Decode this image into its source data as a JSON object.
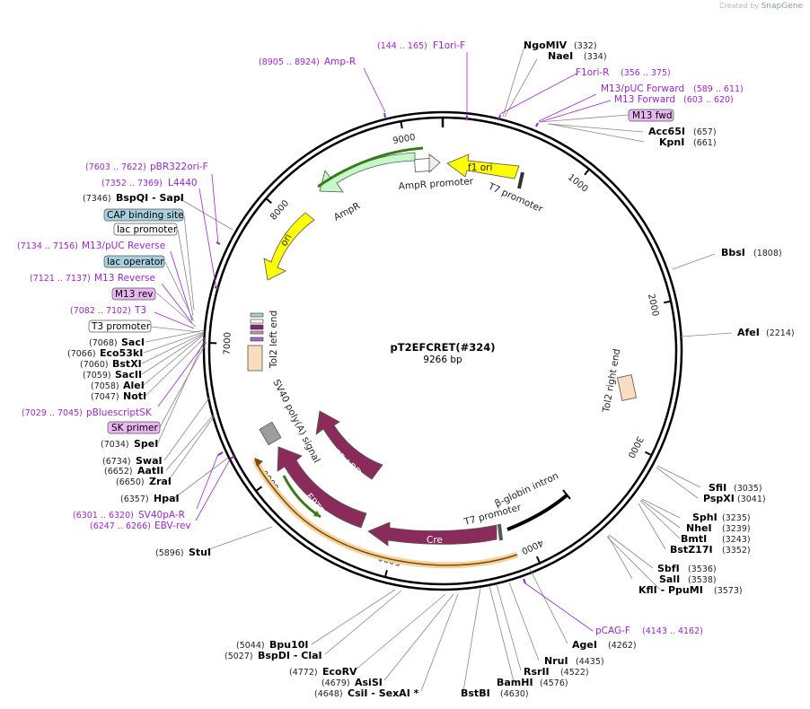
{
  "credit": {
    "prefix": "Created by",
    "brand": "SnapGene"
  },
  "plasmid": {
    "name": "pT2EFCRET(#324)",
    "length": "9266 bp"
  },
  "ticks": [
    "1000",
    "2000",
    "3000",
    "4000",
    "5000",
    "6000",
    "7000",
    "8000",
    "9000"
  ],
  "enzymes_right": [
    {
      "name": "NgoMIV",
      "pos": "(332)"
    },
    {
      "name": "NaeI",
      "pos": "(334)"
    },
    {
      "name": "Acc65I",
      "pos": "(657)"
    },
    {
      "name": "KpnI",
      "pos": "(661)"
    },
    {
      "name": "BbsI",
      "pos": "(1808)"
    },
    {
      "name": "AfeI",
      "pos": "(2214)"
    },
    {
      "name": "SfiI",
      "pos": "(3035)"
    },
    {
      "name": "PspXI",
      "pos": "(3041)"
    },
    {
      "name": "SphI",
      "pos": "(3235)"
    },
    {
      "name": "NheI",
      "pos": "(3239)"
    },
    {
      "name": "BmtI",
      "pos": "(3243)"
    },
    {
      "name": "BstZ17I",
      "pos": "(3352)"
    },
    {
      "name": "SbfI",
      "pos": "(3536)"
    },
    {
      "name": "SalI",
      "pos": "(3538)"
    },
    {
      "name": "KflI  - PpuMI",
      "pos": "(3573)"
    },
    {
      "name": "AgeI",
      "pos": "(4262)"
    },
    {
      "name": "NruI",
      "pos": "(4435)"
    },
    {
      "name": "RsrII",
      "pos": "(4522)"
    },
    {
      "name": "BamHI",
      "pos": "(4576)"
    },
    {
      "name": "BstBI",
      "pos": "(4630)"
    }
  ],
  "enzymes_left": [
    {
      "name": "BspQI   - SapI",
      "pos": "(7346)"
    },
    {
      "name": "SacI",
      "pos": "(7068)"
    },
    {
      "name": "Eco53kI",
      "pos": "(7066)"
    },
    {
      "name": "BstXI",
      "pos": "(7060)"
    },
    {
      "name": "SacII",
      "pos": "(7059)"
    },
    {
      "name": "AleI",
      "pos": "(7058)"
    },
    {
      "name": "NotI",
      "pos": "(7047)"
    },
    {
      "name": "SpeI",
      "pos": "(7034)"
    },
    {
      "name": "SwaI",
      "pos": "(6734)"
    },
    {
      "name": "AatII",
      "pos": "(6652)"
    },
    {
      "name": "ZraI",
      "pos": "(6650)"
    },
    {
      "name": "HpaI",
      "pos": "(6357)"
    },
    {
      "name": "StuI",
      "pos": "(5896)"
    },
    {
      "name": "Bpu10I",
      "pos": "(5044)"
    },
    {
      "name": "BspDI   - ClaI",
      "pos": "(5027)"
    },
    {
      "name": "EcoRV",
      "pos": "(4772)"
    },
    {
      "name": "AsiSI",
      "pos": "(4679)"
    },
    {
      "name": "CsiI   - SexAI *",
      "pos": "(4648)"
    }
  ],
  "primers": [
    {
      "name": "F1ori-F",
      "range": "(144 .. 165)"
    },
    {
      "name": "Amp-R",
      "range": "(8905 .. 8924)"
    },
    {
      "name": "F1ori-R",
      "range": "(356 .. 375)"
    },
    {
      "name": "M13/pUC Forward",
      "range": "(589 .. 611)"
    },
    {
      "name": "M13 Forward",
      "range": "(603 .. 620)"
    },
    {
      "name": "pBR322ori-F",
      "range": "(7603 .. 7622)"
    },
    {
      "name": "L4440",
      "range": "(7352 .. 7369)"
    },
    {
      "name": "M13/pUC Reverse",
      "range": "(7134 .. 7156)"
    },
    {
      "name": "M13 Reverse",
      "range": "(7121 .. 7137)"
    },
    {
      "name": "T3",
      "range": "(7082 .. 7102)"
    },
    {
      "name": "pBluescriptSK",
      "range": "(7029 .. 7045)"
    },
    {
      "name": "SV40pA-R",
      "range": "(6301 .. 6320)"
    },
    {
      "name": "EBV-rev",
      "range": "(6247 .. 6266)"
    },
    {
      "name": "pCAG-F",
      "range": "(4143 .. 4162)"
    }
  ],
  "boxed_labels": {
    "m13fwd": "M13 fwd",
    "cap": "CAP binding site",
    "lacprom": "lac promoter",
    "lacop": "lac operator",
    "m13rev": "M13 rev",
    "t3prom": "T3 promoter",
    "skprimer": "SK primer"
  },
  "features": {
    "f1ori": "f1 ori",
    "t7prom_top": "T7 promoter",
    "ampr_prom": "AmpR promoter",
    "ampr": "AmpR",
    "ori": "ori",
    "tol2_left": "Tol2 left end",
    "tol2_right": "Tol2 right end",
    "sv40": "SV40 poly(A) signal",
    "erlbd": "ER-LBD",
    "ert2": "ERT2",
    "cre": "Cre",
    "t7prom_bot": "T7 promoter",
    "bglobin": "β-globin intron"
  },
  "colors": {
    "primer": "#9a27c9",
    "f1ori": "#ffff00",
    "ampr": "#c6f7c6",
    "cre": "#8b2b5b",
    "tol2": "#fadcbe",
    "capbox": "#a8d0dc",
    "primerbox": "#e9b8f2"
  }
}
